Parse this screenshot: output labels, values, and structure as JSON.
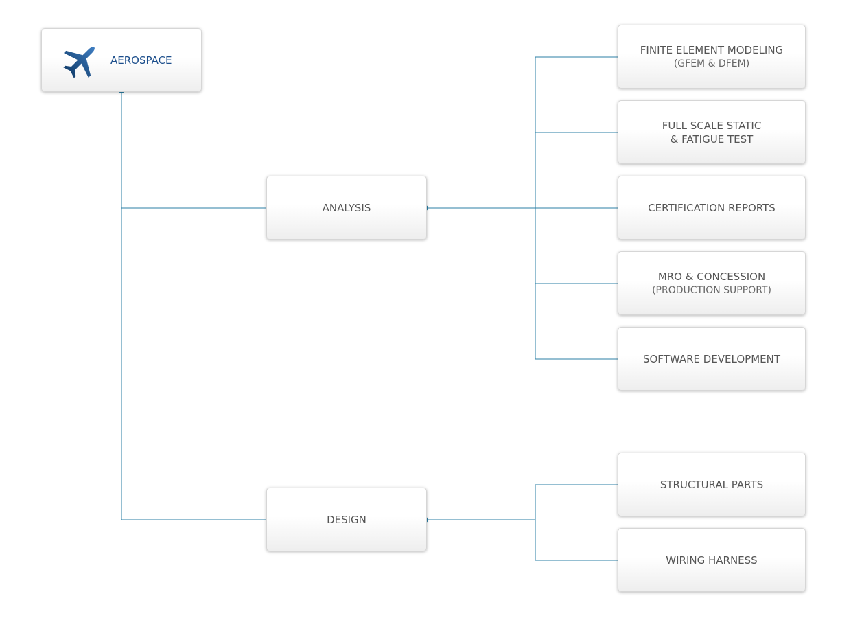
{
  "root": {
    "label": "AEROSPACE",
    "icon": "airplane-icon"
  },
  "branches": [
    {
      "label": "ANALYSIS",
      "children": [
        {
          "line1": "FINITE ELEMENT MODELING",
          "line2": "(GFEM & DFEM)"
        },
        {
          "line1": "FULL SCALE STATIC",
          "line2": "& FATIGUE TEST"
        },
        {
          "line1": "CERTIFICATION REPORTS"
        },
        {
          "line1": "MRO & CONCESSION",
          "line2": "(PRODUCTION SUPPORT)"
        },
        {
          "line1": "SOFTWARE DEVELOPMENT"
        }
      ]
    },
    {
      "label": "DESIGN",
      "children": [
        {
          "line1": "STRUCTURAL PARTS"
        },
        {
          "line1": "WIRING HARNESS"
        }
      ]
    }
  ],
  "colors": {
    "connector": "#2b7fa6",
    "root_label": "#1d4f8c",
    "text": "#555555"
  }
}
